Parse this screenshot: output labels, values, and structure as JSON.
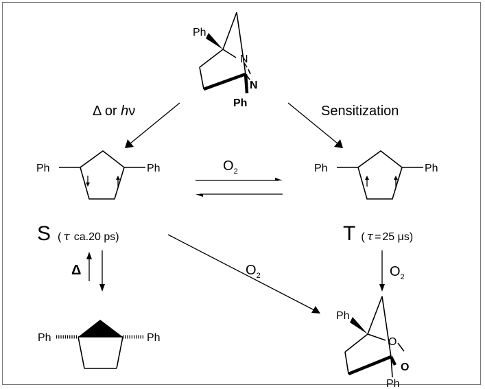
{
  "reaction": {
    "conditions": {
      "thermal_photo_prefix": "Δ or ",
      "thermal_photo_h": "h",
      "thermal_photo_nu": "ν",
      "sensitization": "Sensitization",
      "o2_main": "O",
      "o2_sub": "2",
      "delta": "Δ"
    },
    "atoms": {
      "ph": "Ph",
      "n": "N",
      "o": "O"
    },
    "states": {
      "singlet": "S",
      "singlet_tau_symbol": "τ",
      "singlet_tau_value": "ca.20 ps",
      "triplet": "T",
      "triplet_tau_symbol": "τ",
      "triplet_tau_eq": "=",
      "triplet_tau_value": "25 μs"
    }
  }
}
